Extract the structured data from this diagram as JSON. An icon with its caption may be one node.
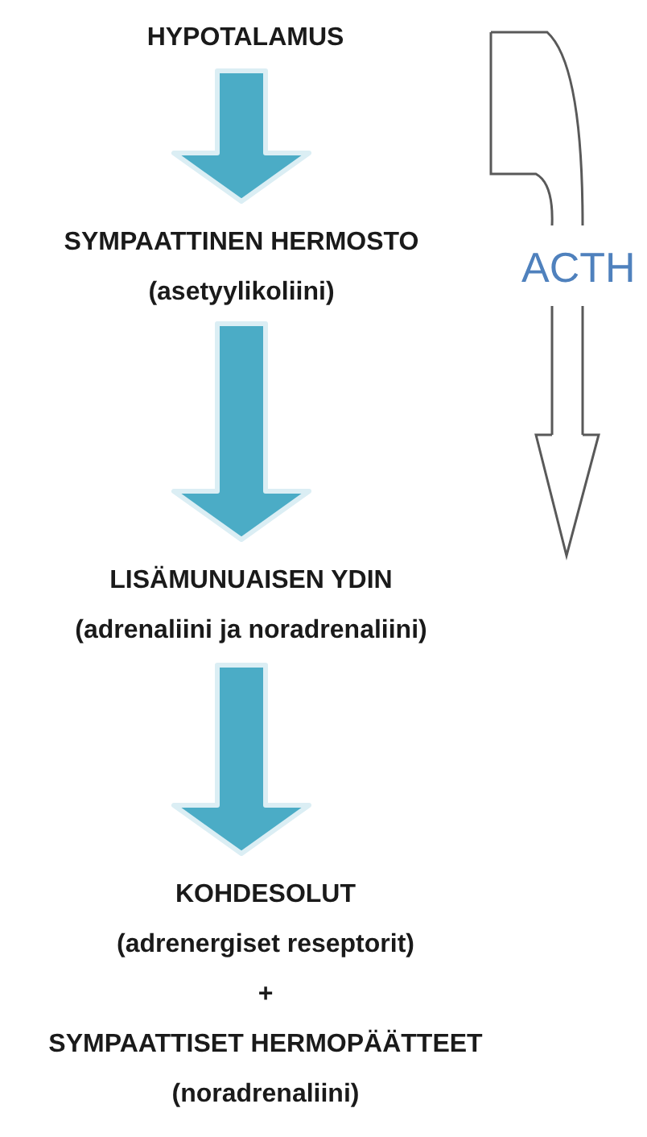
{
  "diagram": {
    "nodes": [
      {
        "text": [
          "HYPOTALAMUS"
        ]
      },
      {
        "text": [
          "SYMPAATTINEN HERMOSTO",
          "(asetyylikoliini)"
        ]
      },
      {
        "text": [
          "LISÄMUNUAISEN YDIN",
          "(adrenaliini ja noradrenaliini)"
        ]
      },
      {
        "text": [
          "KOHDESOLUT",
          "(adrenergiset reseptorit)",
          "+",
          "SYMPAATTISET HERMOPÄÄTTEET",
          "(noradrenaliini)"
        ]
      }
    ],
    "edges": [
      {
        "from": 0,
        "to": 1,
        "arrow": "to"
      },
      {
        "from": 1,
        "to": 2,
        "arrow": "to"
      },
      {
        "from": 2,
        "to": 3,
        "arrow": "to"
      }
    ],
    "labels": [
      "ACTH"
    ]
  }
}
